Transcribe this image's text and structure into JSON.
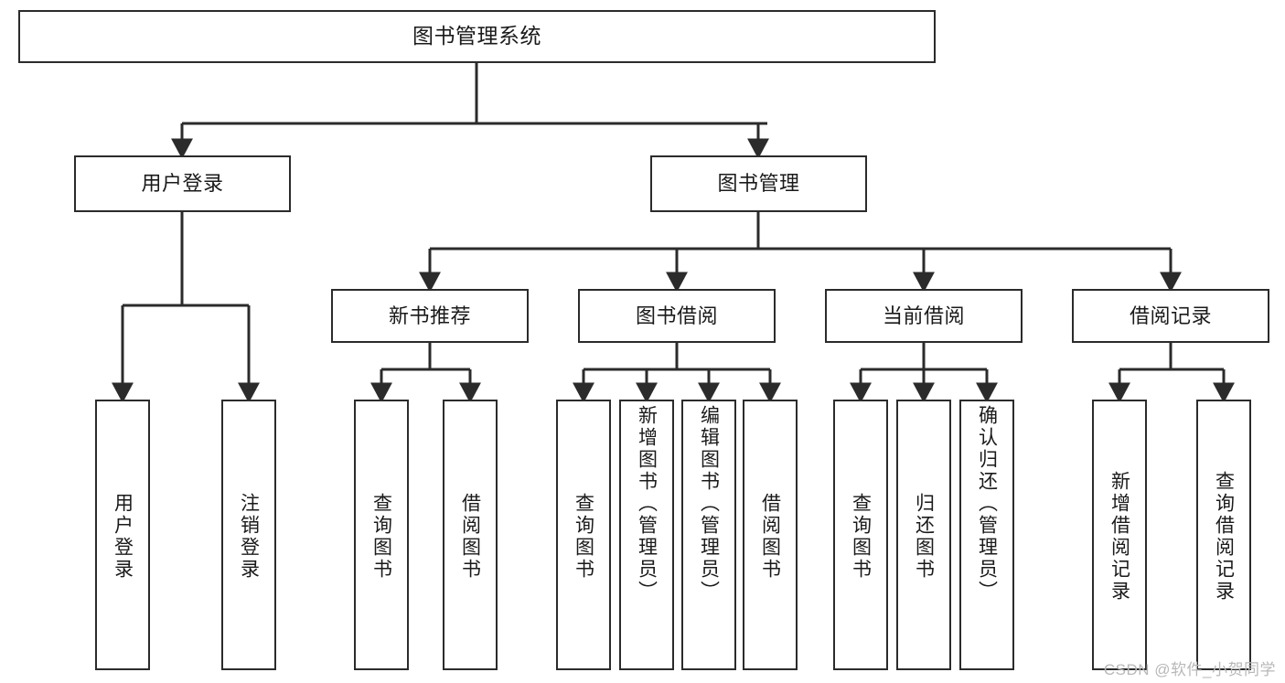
{
  "diagram": {
    "title": "图书管理系统",
    "watermark": "CSDN @软件_小贺同学",
    "line_color": "#2b2b2b",
    "box_fill": "#ffffff",
    "text_color": "#1a1a1a",
    "watermark_color": "#b8b8b8"
  },
  "nodes": {
    "root": {
      "label": "图书管理系统"
    },
    "level2": [
      {
        "label": "用户登录"
      },
      {
        "label": "图书管理"
      }
    ],
    "level3": [
      {
        "label": "新书推荐"
      },
      {
        "label": "图书借阅"
      },
      {
        "label": "当前借阅"
      },
      {
        "label": "借阅记录"
      }
    ],
    "leaves": {
      "user_login": [
        {
          "label": "用户登录"
        },
        {
          "label": "注销登录"
        }
      ],
      "new_book_recommend": [
        {
          "label": "查询图书"
        },
        {
          "label": "借阅图书"
        }
      ],
      "book_borrow": [
        {
          "label": "查询图书"
        },
        {
          "label": "新增图书（管理员）"
        },
        {
          "label": "编辑图书（管理员）"
        },
        {
          "label": "借阅图书"
        }
      ],
      "current_borrow": [
        {
          "label": "查询图书"
        },
        {
          "label": "归还图书"
        },
        {
          "label": "确认归还（管理员）"
        }
      ],
      "borrow_record": [
        {
          "label": "新增借阅记录"
        },
        {
          "label": "查询借阅记录"
        }
      ]
    }
  }
}
